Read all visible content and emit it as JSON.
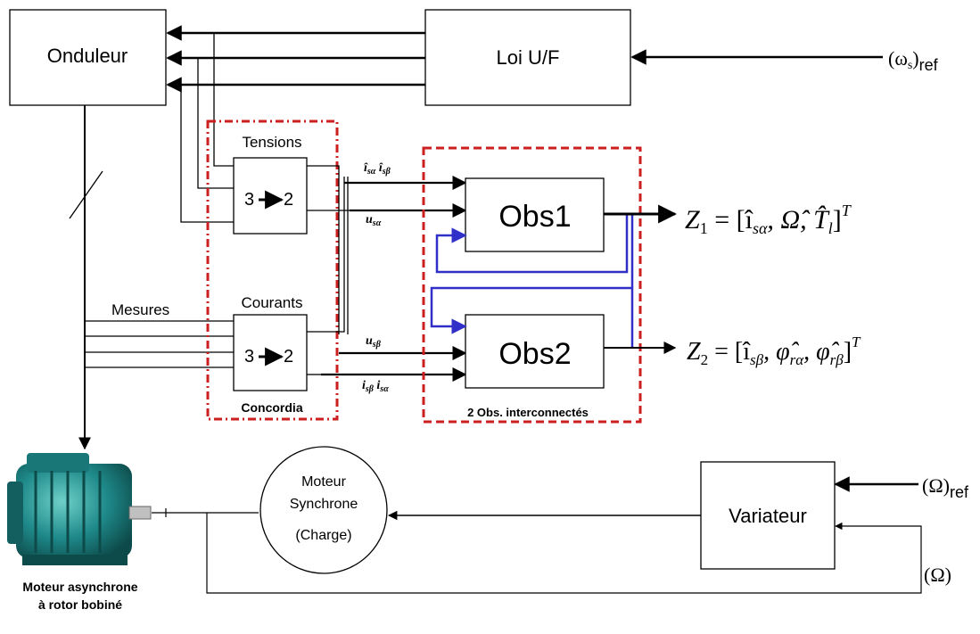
{
  "blocks": {
    "onduleur": "Onduleur",
    "loi_uf": "Loi U/F",
    "tensions": "Tensions",
    "courants": "Courants",
    "transform": "3",
    "transform_out": "2",
    "concordia": "Concordia",
    "obs1": "Obs1",
    "obs2": "Obs2",
    "obs_group": "2 Obs. interconnectés",
    "variateur": "Variateur",
    "moteur_sync_line1": "Moteur",
    "moteur_sync_line2": "Synchrone",
    "moteur_sync_line3": "(Charge)",
    "mesures": "Mesures",
    "motor_caption_line1": "Moteur asynchrone",
    "motor_caption_line2": "à rotor bobiné"
  },
  "signals": {
    "omega_s_ref": "(ω",
    "omega_s_sub": "s",
    "ref_sub": "ref",
    "Omega_ref": "(Ω)",
    "Omega": "(Ω)",
    "i_sa_i_sb": "î",
    "u_sa": "u",
    "u_sb": "u",
    "i_sb_i_sa": "i"
  },
  "equations": {
    "z1_lhs": "Z",
    "z1_sub": "1",
    "z1_rhs": " = [î",
    "z1_rest": ", Ω̂, T̂",
    "z1_l": "l",
    "z1_close": "]",
    "z2_lhs": "Z",
    "z2_sub": "2",
    "z2_rhs": " = [î",
    "z2_rest1": ", φ̂",
    "z2_rest2": ", φ̂",
    "z2_close": "]",
    "sup_T": "T",
    "sub_sa": "sα",
    "sub_sb": "sβ",
    "sub_ra": "rα",
    "sub_rb": "rβ"
  },
  "colors": {
    "line": "#000000",
    "dashed_red": "#cc1f1f",
    "blue": "#3030c8",
    "motor_teal": "#1f8a8a"
  }
}
